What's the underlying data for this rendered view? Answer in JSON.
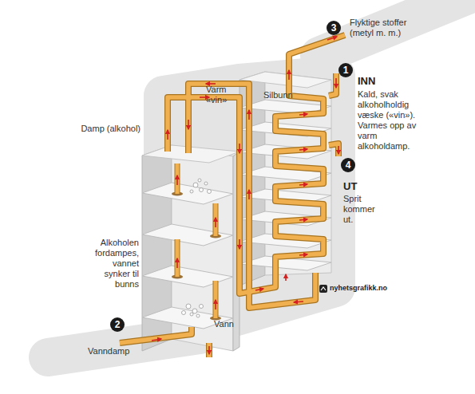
{
  "diagram": {
    "labels": [
      "3",
      "Flyktige stoffer (metyl m. m.)",
      "1",
      "INN",
      "Kald, svak alkoholholdig væske («vin»). Varmes opp av varm alkoholdamp.",
      "Varm «vin»",
      "Silbunn",
      "Damp (alkohol)",
      "4",
      "UT",
      "Sprit kommer ut.",
      "Alkoholen fordampes, vannet synker til bunns",
      "2",
      "Vann",
      "Vanndamp",
      "nyhetsgrafikk.no"
    ]
  }
}
